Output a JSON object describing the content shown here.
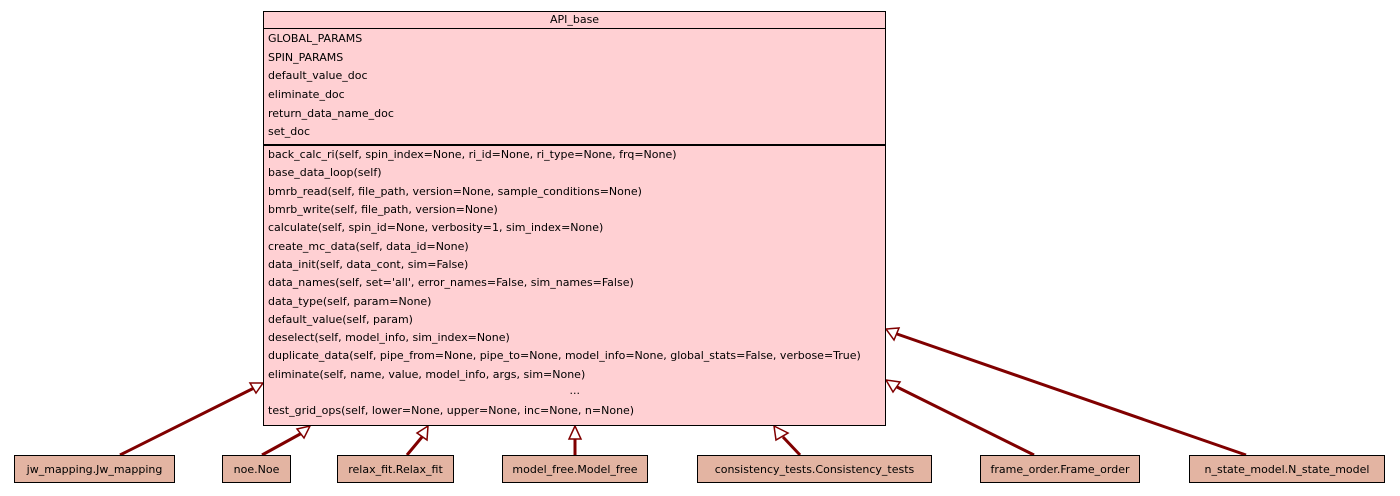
{
  "base_class": {
    "name": "API_base",
    "attributes": [
      "GLOBAL_PARAMS",
      "SPIN_PARAMS",
      "default_value_doc",
      "eliminate_doc",
      "return_data_name_doc",
      "set_doc"
    ],
    "methods": [
      "back_calc_ri(self, spin_index=None, ri_id=None, ri_type=None, frq=None)",
      "base_data_loop(self)",
      "bmrb_read(self, file_path, version=None, sample_conditions=None)",
      "bmrb_write(self, file_path, version=None)",
      "calculate(self, spin_id=None, verbosity=1, sim_index=None)",
      "create_mc_data(self, data_id=None)",
      "data_init(self, data_cont, sim=False)",
      "data_names(self, set='all', error_names=False, sim_names=False)",
      "data_type(self, param=None)",
      "default_value(self, param)",
      "deselect(self, model_info, sim_index=None)",
      "duplicate_data(self, pipe_from=None, pipe_to=None, model_info=None, global_stats=False, verbose=True)",
      "eliminate(self, name, value, model_info, args, sim=None)"
    ],
    "ellipsis": "...",
    "last_method": "test_grid_ops(self, lower=None, upper=None, inc=None, n=None)"
  },
  "subclasses": [
    {
      "name": "jw_mapping.Jw_mapping"
    },
    {
      "name": "noe.Noe"
    },
    {
      "name": "relax_fit.Relax_fit"
    },
    {
      "name": "model_free.Model_free"
    },
    {
      "name": "consistency_tests.Consistency_tests"
    },
    {
      "name": "frame_order.Frame_order"
    },
    {
      "name": "n_state_model.N_state_model"
    }
  ],
  "colors": {
    "base_fill": "#ffd0d3",
    "subclass_fill": "#e3b4a2",
    "edge": "#800000",
    "border": "#000000"
  },
  "relation": "inheritance"
}
